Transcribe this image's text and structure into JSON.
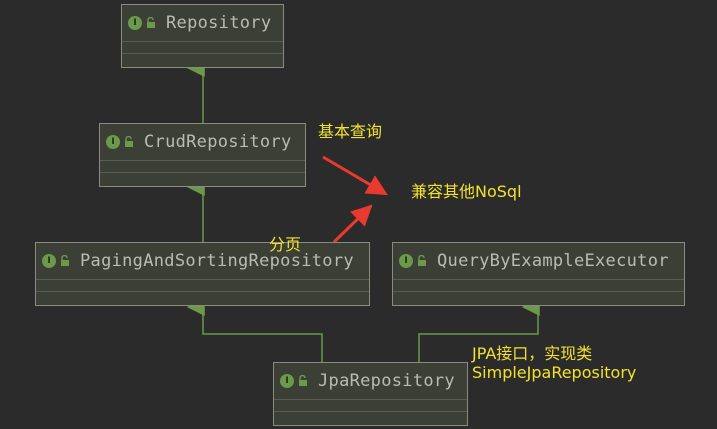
{
  "nodes": {
    "repository": {
      "name": "Repository",
      "badge": "I"
    },
    "crud": {
      "name": "CrudRepository",
      "badge": "I"
    },
    "paging": {
      "name": "PagingAndSortingRepository",
      "badge": "I"
    },
    "qbe": {
      "name": "QueryByExampleExecutor",
      "badge": "I"
    },
    "jpa": {
      "name": "JpaRepository",
      "badge": "I"
    }
  },
  "annotations": {
    "basic_query": "基本查询",
    "nosql_compat": "兼容其他NoSql",
    "paging": "分页",
    "jpa_line1": "JPA接口，实现类",
    "jpa_line2": "SimpleJpaRepository"
  },
  "colors": {
    "background": "#2b2b2b",
    "node_fill": "#3c3f35",
    "node_border": "#8a8a80",
    "edge": "#6a9a4a",
    "annotation_text": "#f2e22f",
    "annotation_arrow": "#e83a2e"
  }
}
